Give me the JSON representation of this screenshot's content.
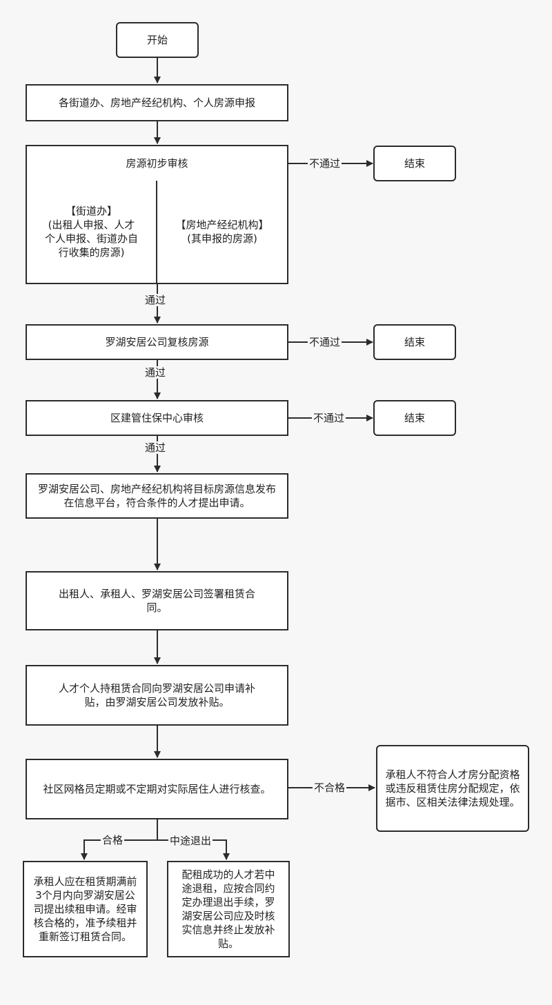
{
  "nodes": {
    "start": "开始",
    "declare": "各街道办、房地产经纪机构、个人房源申报",
    "initial_review": "房源初步审核",
    "street_office": "【街道办】\n(出租人申报、人才\n个人申报、街道办自\n行收集的房源)",
    "agency": "【房地产经纪机构】\n(其申报的房源)",
    "recheck": "罗湖安居公司复核房源",
    "district_review": "区建管住保中心审核",
    "publish": "罗湖安居公司、房地产经纪机构将目标房源信息发布在信息平台，符合条件的人才提出申请。",
    "sign": "出租人、承租人、罗湖安居公司签署租赁合同。",
    "subsidy": "人才个人持租赁合同向罗湖安居公司申请补贴，由罗湖安居公司发放补贴。",
    "inspection": "社区网格员定期或不定期对实际居住人进行核查。",
    "noncompliant": "承租人不符合人才房分配资格或违反租赁住房分配规定，依据市、区相关法律法规处理。",
    "renew": "承租人应在租赁期满前3个月内向罗湖安居公司提出续租申请。经审核合格的，准予续租并重新签订租赁合同。",
    "exit": "配租成功的人才若中途退租，应按合同约定办理退出手续，罗湖安居公司应及时核实信息并终止发放补贴。",
    "end_1": "结束",
    "end_2": "结束",
    "end_3": "结束"
  },
  "edge_labels": {
    "fail_1": "不通过",
    "fail_2": "不通过",
    "fail_3": "不通过",
    "pass_1": "通过",
    "pass_2": "通过",
    "pass_3": "通过",
    "unqualified": "不合格",
    "qualified": "合格",
    "midway_exit": "中途退出"
  }
}
